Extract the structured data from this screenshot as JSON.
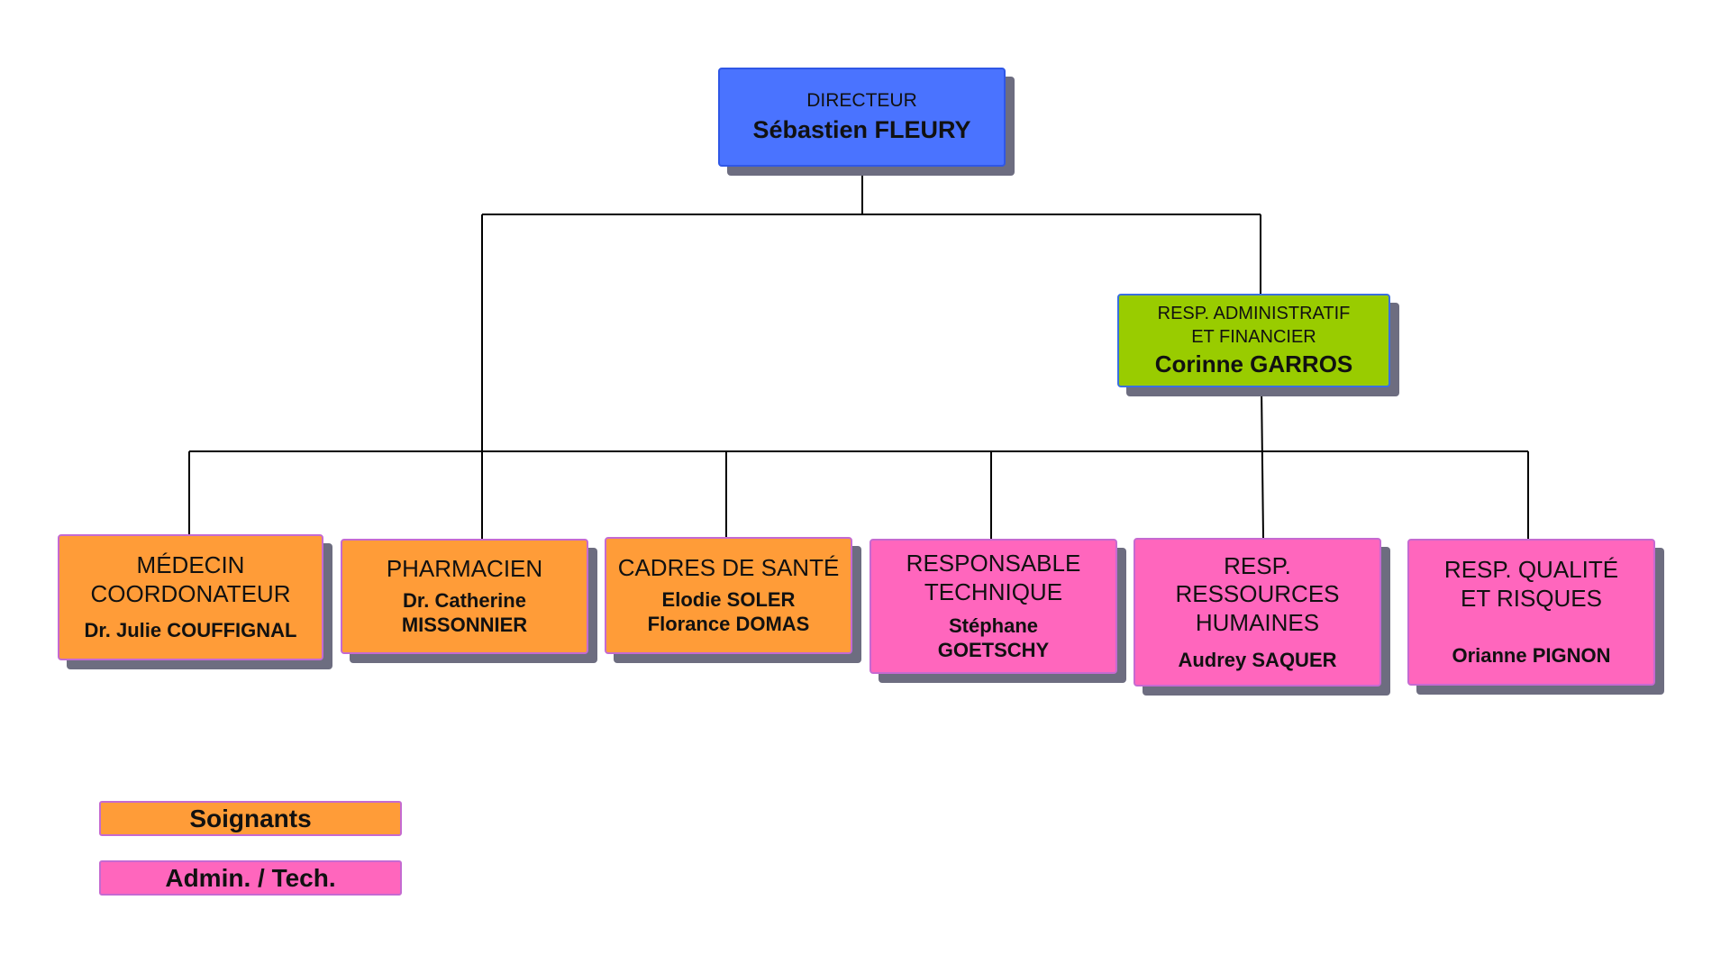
{
  "org_chart": {
    "director": {
      "role": "DIRECTEUR",
      "name": "Sébastien FLEURY",
      "color": "#4a73ff"
    },
    "admin_finance": {
      "role": "RESP. ADMINISTRATIF\nET FINANCIER",
      "name": "Corinne GARROS",
      "color": "#99cc00"
    },
    "departments": [
      {
        "role": "MÉDECIN\nCOORDONATEUR",
        "name": "Dr. Julie COUFFIGNAL",
        "category": "Soignants"
      },
      {
        "role": "PHARMACIEN",
        "name": "Dr. Catherine\nMISSONNIER",
        "category": "Soignants"
      },
      {
        "role": "CADRES DE SANTÉ",
        "name": "Elodie SOLER\nFlorance DOMAS",
        "category": "Soignants"
      },
      {
        "role": "RESPONSABLE\nTECHNIQUE",
        "name": "Stéphane\nGOETSCHY",
        "category": "Admin. / Tech."
      },
      {
        "role": "RESP.\nRESSOURCES\nHUMAINES",
        "name": "Audrey SAQUER",
        "category": "Admin. / Tech."
      },
      {
        "role": "RESP. QUALITÉ\nET RISQUES",
        "name": "Orianne PIGNON",
        "category": "Admin. / Tech."
      }
    ]
  },
  "legend": {
    "soignants": {
      "label": "Soignants",
      "color": "#ff9c38"
    },
    "admin_tech": {
      "label": "Admin. / Tech.",
      "color": "#ff66bd"
    }
  }
}
